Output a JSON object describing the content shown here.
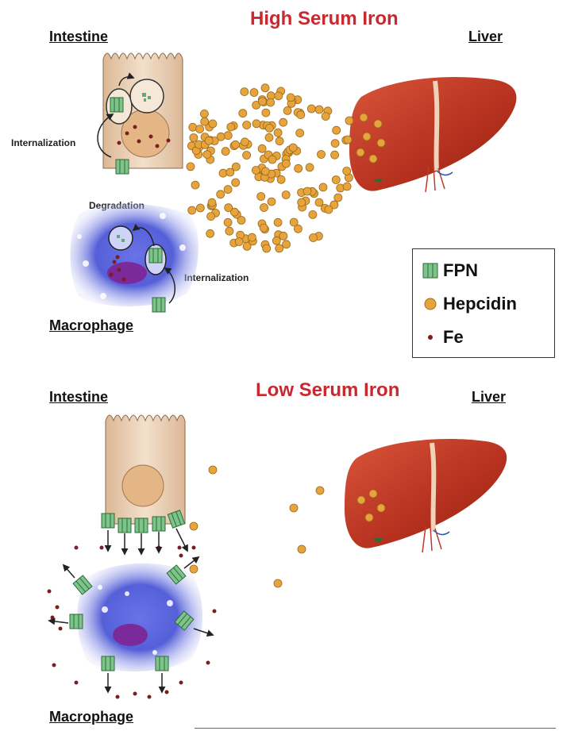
{
  "high": {
    "title": "High Serum Iron",
    "intestine_label": "Intestine",
    "liver_label": "Liver",
    "macrophage_label": "Macrophage",
    "degradation_label": "Degradation",
    "internalization_label": "Internalization"
  },
  "low": {
    "title": "Low Serum Iron",
    "intestine_label": "Intestine",
    "liver_label": "Liver",
    "macrophage_label": "Macrophage"
  },
  "legend": {
    "items": [
      {
        "label": "FPN",
        "icon": "fpn-channel-icon"
      },
      {
        "label": "Hepcidin",
        "icon": "hepcidin-dot-icon"
      },
      {
        "label": "Fe",
        "icon": "iron-dot-icon"
      }
    ]
  },
  "colors": {
    "title_red": "#c8282e",
    "hepcidin": "#e8a43c",
    "fpn": "#7cc48a",
    "iron": "#7a1e24",
    "liver": "#b8321f",
    "macrophage": "#5560d8",
    "intestine_cell": "#e9cdb0"
  }
}
